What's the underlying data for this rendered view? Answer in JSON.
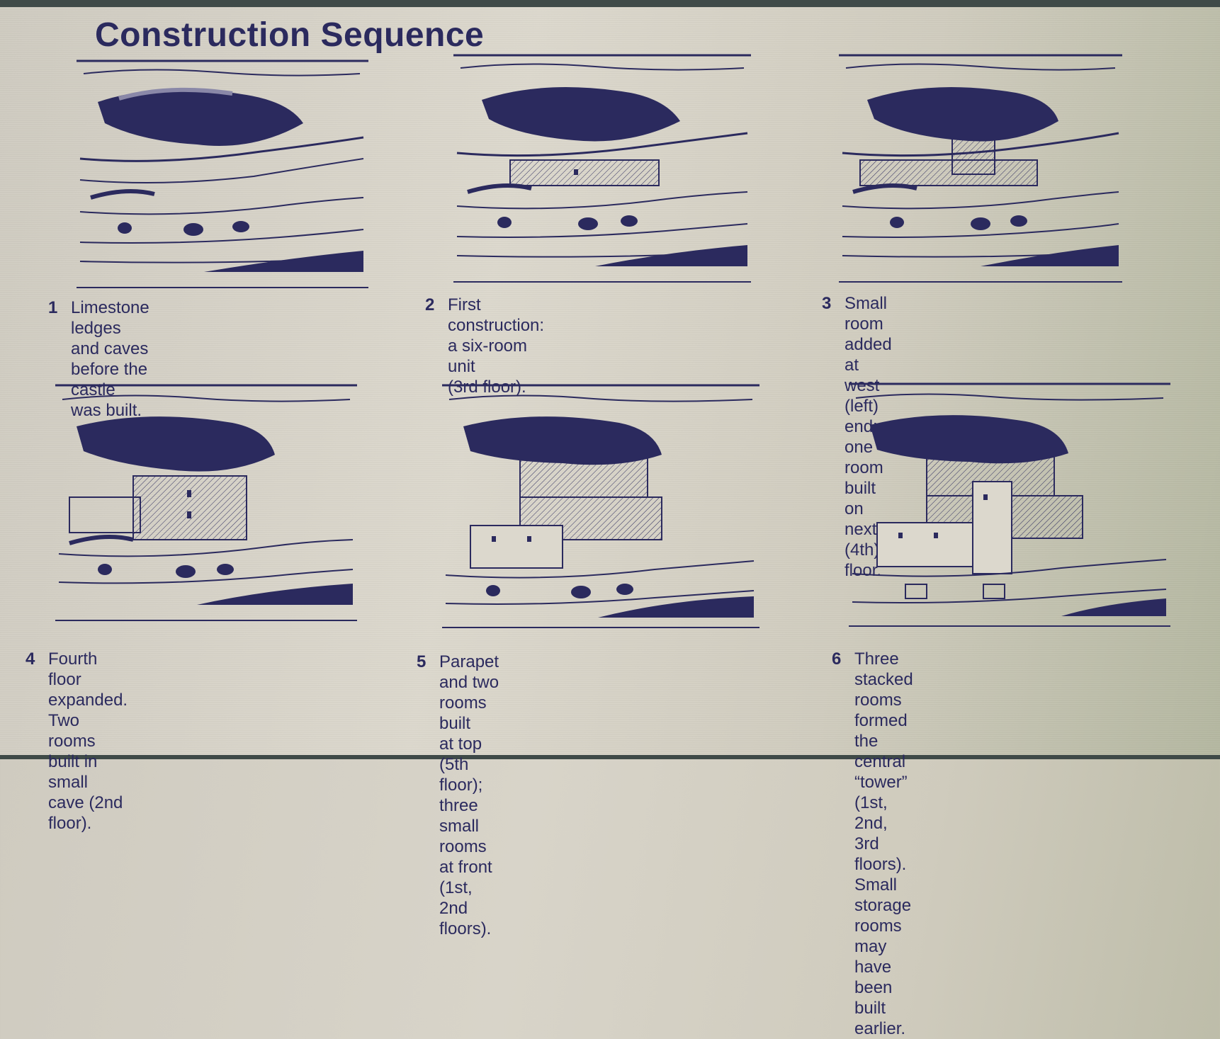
{
  "title": "Construction Sequence",
  "panels": [
    {
      "number": "1",
      "caption": "Limestone ledges and caves\nbefore the castle was built."
    },
    {
      "number": "2",
      "caption": "First construction: a six-room unit\n(3rd floor)."
    },
    {
      "number": "3",
      "caption": "Small room added at west (left)\nend; one room built on next (4th)\nfloor."
    },
    {
      "number": "4",
      "caption": "Fourth floor expanded. Two rooms\nbuilt in small cave (2nd floor)."
    },
    {
      "number": "5",
      "caption": "Parapet and two rooms built\nat top (5th floor); three small rooms\nat front (1st, 2nd floors)."
    },
    {
      "number": "6",
      "caption": "Three stacked rooms formed the\ncentral “tower” (1st, 2nd, 3rd\nfloors). Small storage rooms may\nhave been built earlier."
    }
  ],
  "colors": {
    "ink": "#2b2a5e",
    "plate": "#d6d2c6"
  }
}
